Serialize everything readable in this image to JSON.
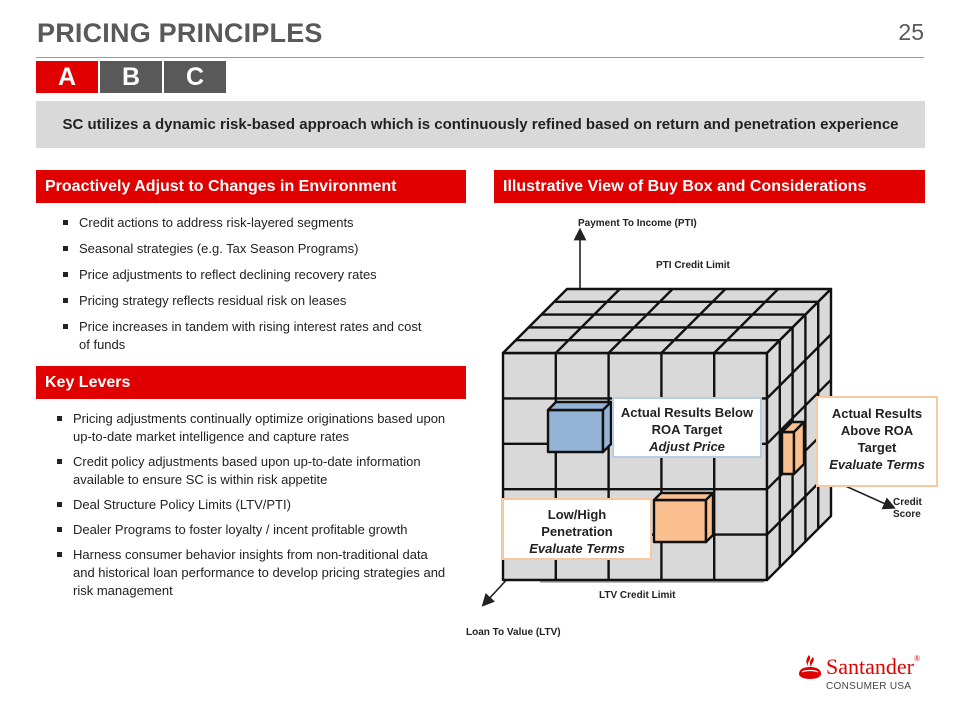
{
  "header": {
    "title": "PRICING PRINCIPLES",
    "page_number": "25"
  },
  "tabs": [
    {
      "label": "A",
      "active": true
    },
    {
      "label": "B",
      "active": false
    },
    {
      "label": "C",
      "active": false
    }
  ],
  "banner": {
    "text": "SC utilizes a dynamic risk-based approach which is continuously refined based on return and penetration experience"
  },
  "proactive": {
    "heading": "Proactively Adjust to Changes in Environment",
    "items": [
      "Credit actions to address risk-layered segments",
      "Seasonal strategies (e.g. Tax Season Programs)",
      "Price adjustments to reflect declining recovery rates",
      "Pricing strategy reflects residual risk on leases",
      "Price increases in tandem with rising interest rates and cost of funds"
    ]
  },
  "key_levers": {
    "heading": "Key Levers",
    "items": [
      "Pricing adjustments continually optimize originations based upon up-to-date market intelligence and capture rates",
      "Credit policy adjustments based upon up-to-date information available to ensure SC is within risk appetite",
      "Deal Structure Policy Limits (LTV/PTI)",
      "Dealer Programs to foster loyalty / incent profitable growth",
      "Harness consumer behavior insights from non-traditional data and historical loan performance to develop pricing strategies and risk management"
    ]
  },
  "buy_box": {
    "heading": "Illustrative View of Buy Box and Considerations",
    "axes": {
      "pti": "Payment To Income (PTI)",
      "pti_limit": "PTI Credit Limit",
      "credit_score_line1": "Credit",
      "credit_score_line2": "Score",
      "ltv_limit": "LTV Credit Limit",
      "ltv": "Loan To Value (LTV)"
    },
    "callouts": {
      "below": {
        "line1": "Actual Results Below",
        "line2": "ROA Target",
        "action": "Adjust Price"
      },
      "above": {
        "line1": "Actual Results",
        "line2": "Above ROA",
        "line3": "Target",
        "action": "Evaluate Terms"
      },
      "penetration": {
        "line1": "Low/High",
        "line2": "Penetration",
        "action": "Evaluate Terms"
      }
    },
    "colors": {
      "grid_face": "#d9d9d9",
      "blue_block": "#95b3d7",
      "orange_block": "#fac090",
      "callout_blue_border": "#b7cde6",
      "callout_orange_border": "#f8c9a0"
    }
  },
  "logo": {
    "name": "Santander",
    "reg": "®",
    "sub": "CONSUMER USA",
    "icon": "santander-flame-icon"
  },
  "brand_red": "#e00000"
}
